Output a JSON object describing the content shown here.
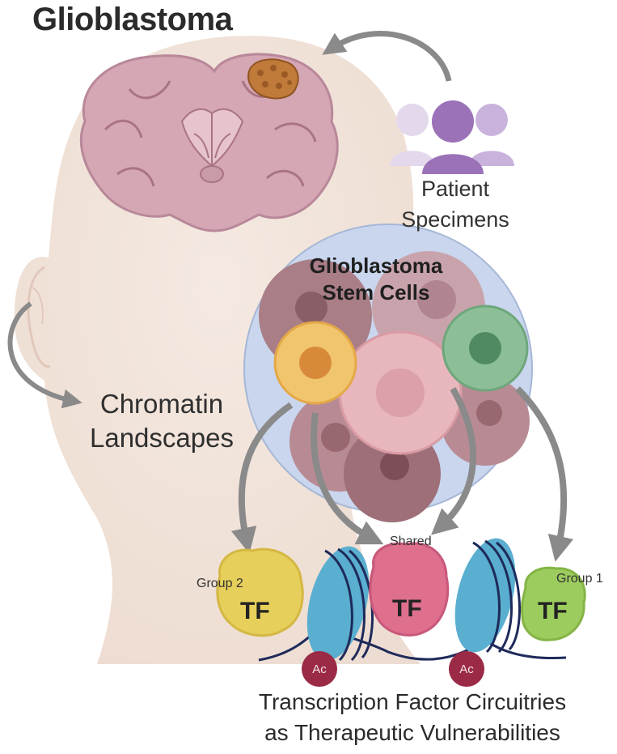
{
  "title": "Glioblastoma",
  "patient_label": [
    "Patient",
    "Specimens"
  ],
  "cells_label": [
    "Glioblastoma",
    "Stem Cells"
  ],
  "chromatin_label": [
    "Chromatin",
    "Landscapes"
  ],
  "groups": {
    "group2": "Group 2",
    "shared": "Shared",
    "group1": "Group 1"
  },
  "tf_label": "TF",
  "ac_label": "Ac",
  "bottom_label": [
    "Transcription Factor Circuitries",
    "as Therapeutic Vulnerabilities"
  ],
  "colors": {
    "head": "#f3e7df",
    "brain": "#d8aeb9",
    "tumor": "#c07a3a",
    "people": "#9b72b8",
    "circle": "#c9d6ee",
    "nucleosome": "#5aaed0",
    "dna": "#1e2a5a",
    "tf_group2": "#e6cf5a",
    "tf_shared": "#de6f8d",
    "tf_group1": "#9ccc5e",
    "acetyl": "#9a2a45",
    "arrow": "#8a8a8a"
  },
  "icons": [
    "head-silhouette",
    "brain-coronal-section",
    "tumor-mass",
    "patient-group-icon",
    "stem-cell-cluster",
    "nucleosome",
    "transcription-factor"
  ]
}
